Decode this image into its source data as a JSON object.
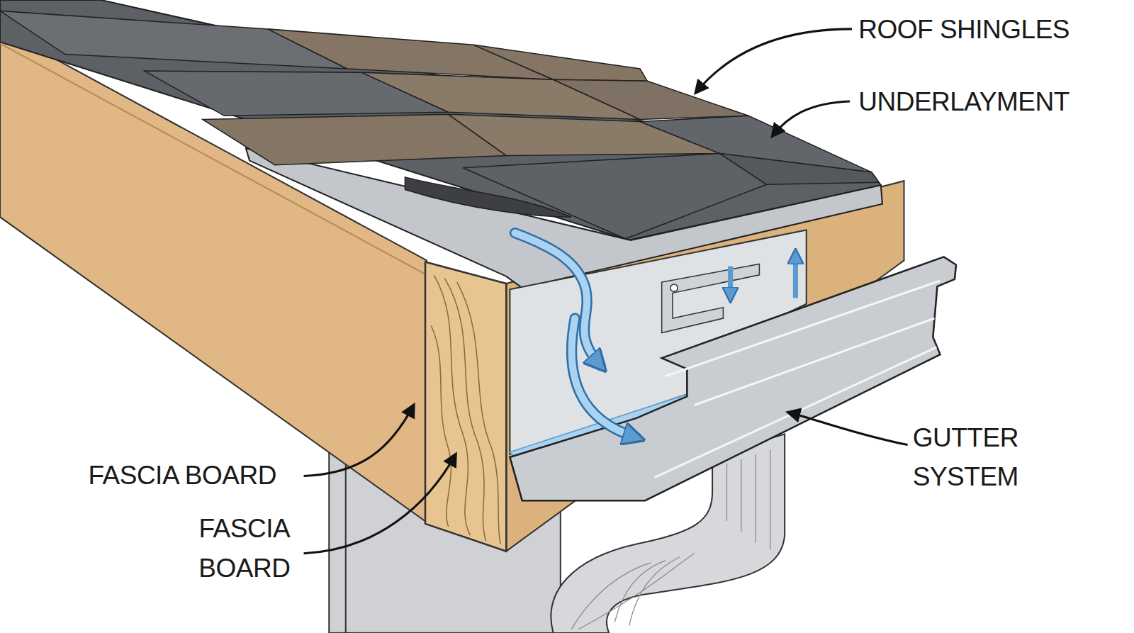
{
  "diagram": {
    "labels": [
      "ROOF SHINGLES",
      "UNDERLAYMENT",
      "FASCIA BOARD",
      "FASCIA BOARD",
      "GUTTER SYSTEM"
    ]
  }
}
